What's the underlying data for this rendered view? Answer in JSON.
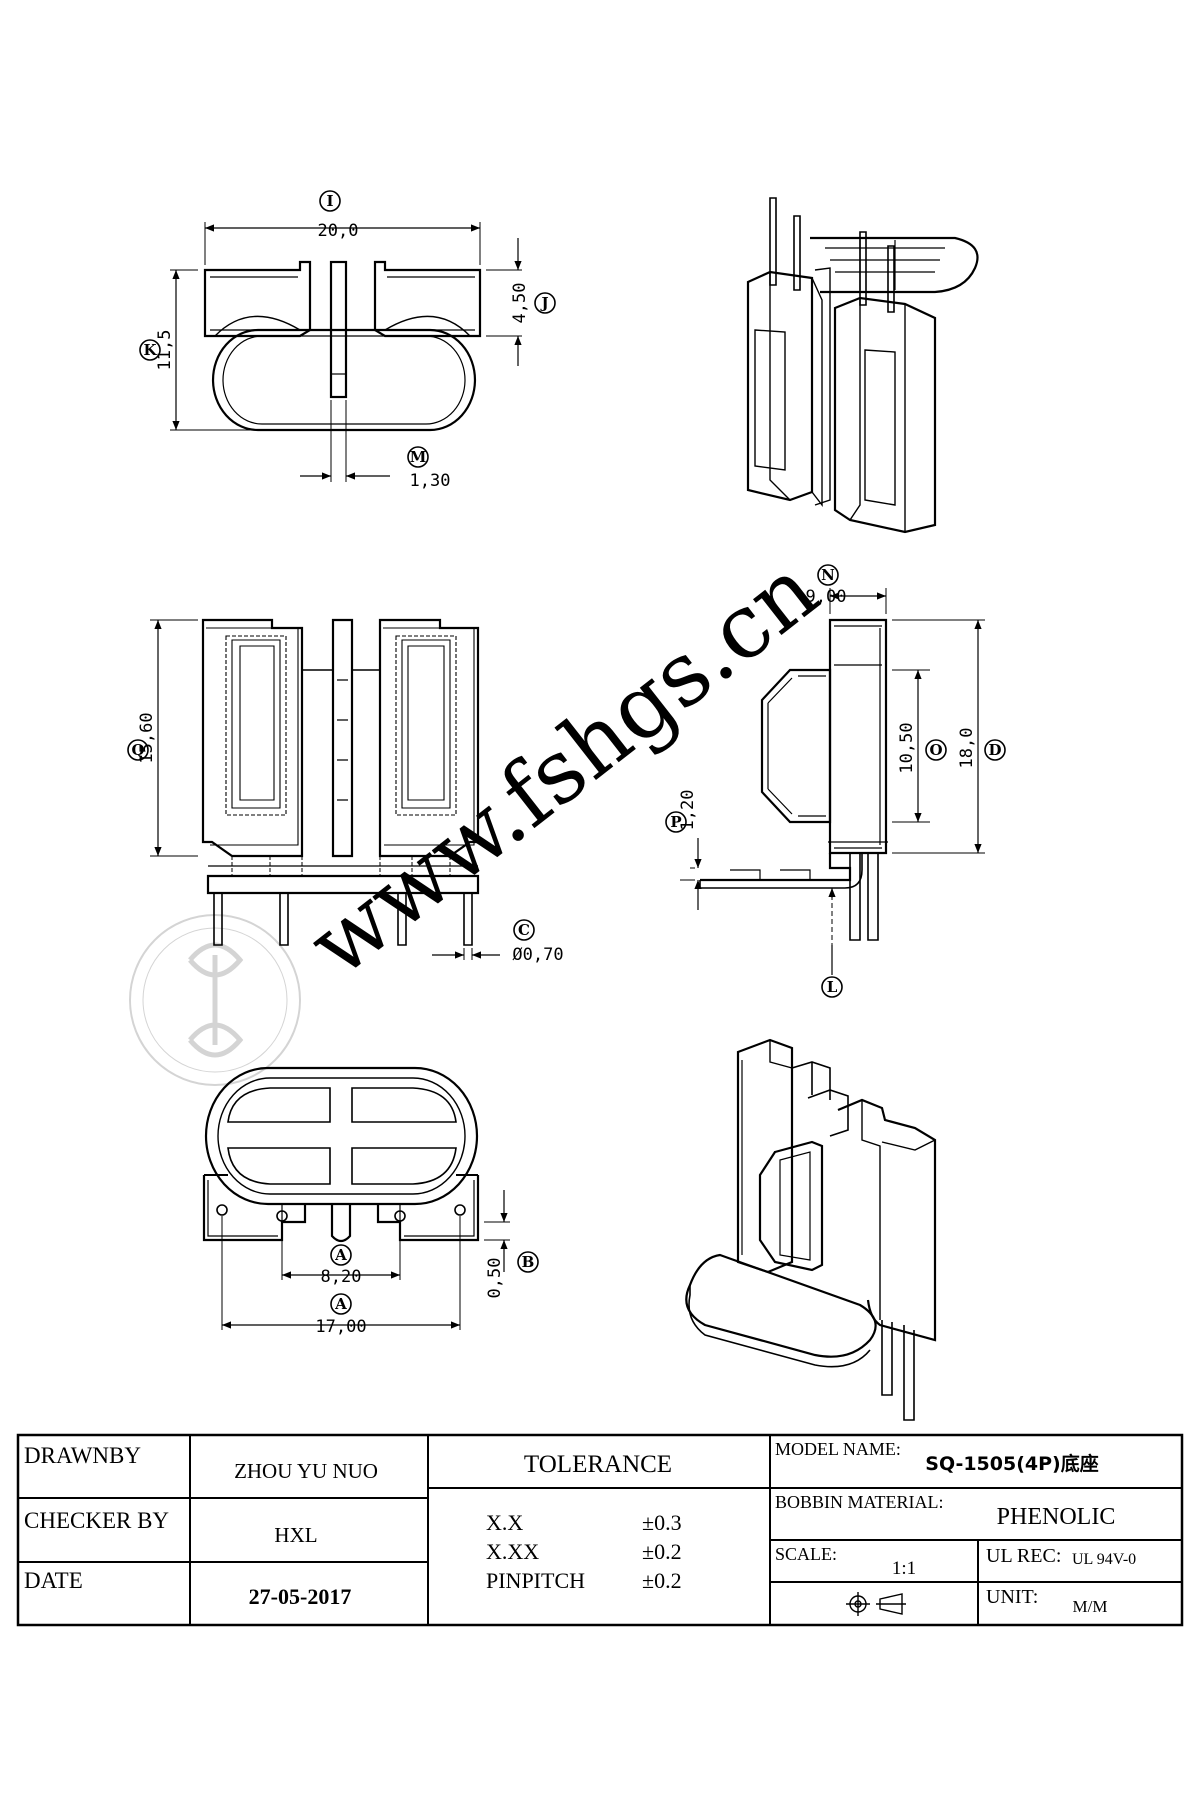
{
  "watermark": {
    "text": "www.fshgs.cn",
    "color": "#c8c8c8"
  },
  "views": {
    "top_view": {
      "dims": [
        {
          "id": "I",
          "value": "20,0"
        },
        {
          "id": "J",
          "value": "4,50"
        },
        {
          "id": "K",
          "value": "11,5"
        },
        {
          "id": "M",
          "value": "1,30"
        }
      ]
    },
    "front_view": {
      "dims": [
        {
          "id": "Q",
          "value": "15,60"
        },
        {
          "id": "C",
          "value": "Ø0,70"
        }
      ]
    },
    "side_view": {
      "dims": [
        {
          "id": "N",
          "value": "9,00"
        },
        {
          "id": "O",
          "value": "10,50"
        },
        {
          "id": "D",
          "value": "18,0"
        },
        {
          "id": "P",
          "value": "1,20"
        },
        {
          "id": "L",
          "value": ""
        }
      ]
    },
    "bottom_view": {
      "dims": [
        {
          "id": "A2",
          "value": "8,20"
        },
        {
          "id": "A1",
          "value": "17,00"
        },
        {
          "id": "B",
          "value": "0,50"
        }
      ]
    }
  },
  "title_block": {
    "drawn_by_label": "DRAWNBY",
    "drawn_by_value": "ZHOU YU NUO",
    "checker_label": "CHECKER BY",
    "checker_value": "HXL",
    "date_label": "DATE",
    "date_value": "27-05-2017",
    "tolerance_title": "TOLERANCE",
    "tolerance_rows": [
      {
        "label": "X.X",
        "value": "±0.3"
      },
      {
        "label": "X.XX",
        "value": "±0.2"
      },
      {
        "label": "PINPITCH",
        "value": "±0.2"
      }
    ],
    "model_name_label": "MODEL NAME:",
    "model_name_value": "SQ-1505(4P)底座",
    "bobbin_material_label": "BOBBIN MATERIAL:",
    "bobbin_material_value": "PHENOLIC",
    "scale_label": "SCALE:",
    "scale_value": "1:1",
    "ul_rec_label": "UL REC:",
    "ul_rec_value": "UL 94V-0",
    "unit_label": "UNIT:",
    "unit_value": "M/M"
  }
}
